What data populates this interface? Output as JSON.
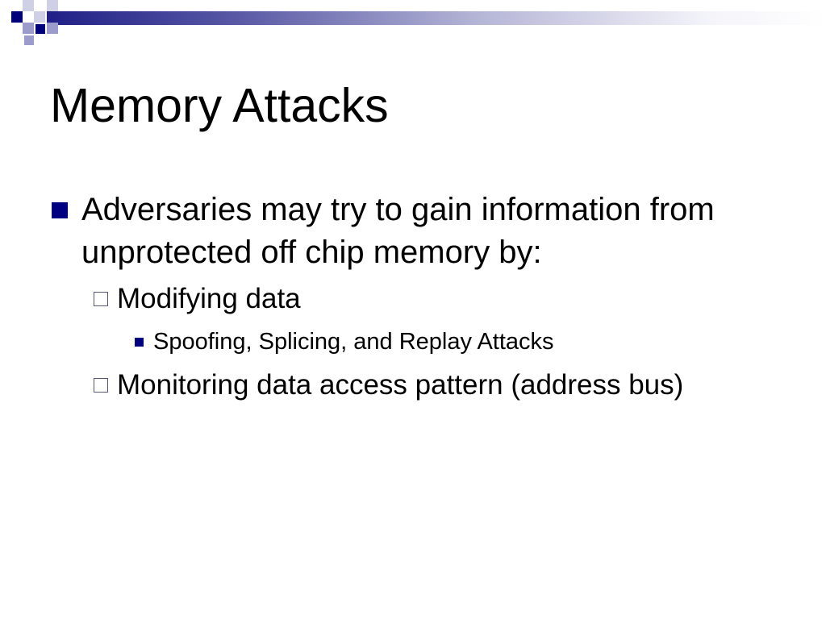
{
  "slide": {
    "title": "Memory Attacks",
    "bullets": [
      {
        "text": "Adversaries may try to gain information from unprotected off chip memory by:",
        "sub": [
          {
            "text": "Modifying data",
            "sub": [
              {
                "text": "Spoofing, Splicing, and Replay Attacks"
              }
            ]
          },
          {
            "text": "Monitoring data access pattern (address bus)"
          }
        ]
      }
    ]
  },
  "colors": {
    "accent": "#000080",
    "banner_dark": "#00007a",
    "banner_mid": "#9b9bcc",
    "banner_light": "#cfd0e6"
  },
  "icons": {
    "level1_marker": "filled-square-icon",
    "level2_marker": "hollow-square-icon",
    "level3_marker": "small-filled-square-icon"
  }
}
